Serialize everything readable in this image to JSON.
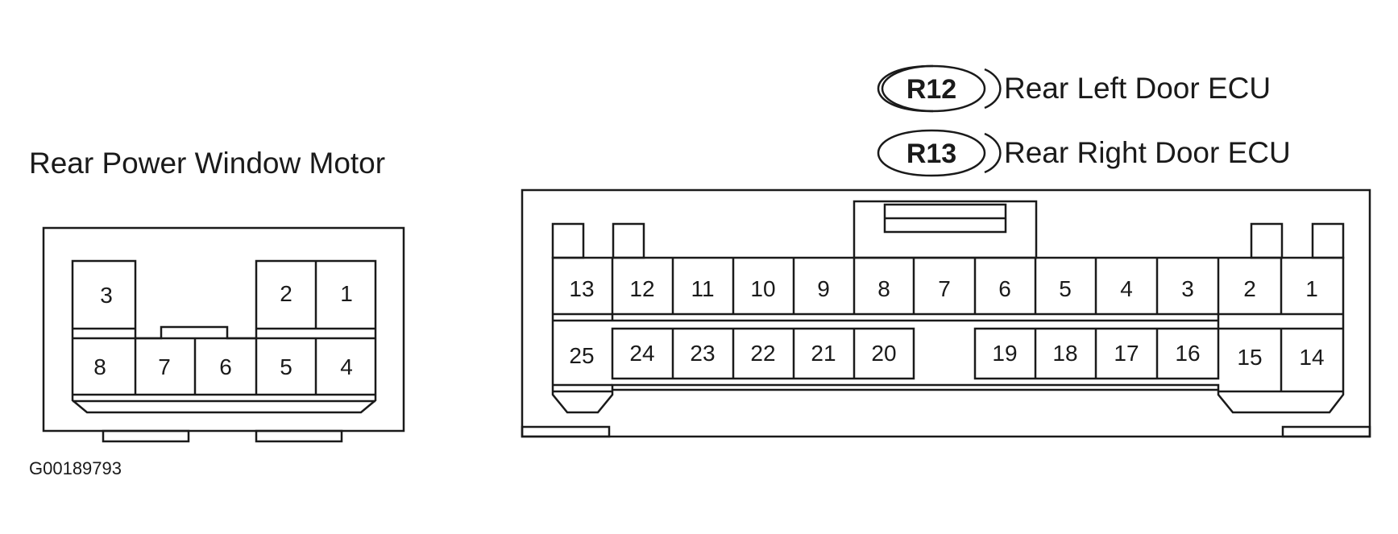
{
  "left_connector": {
    "title": "Rear Power Window Motor",
    "pins_top": [
      "3",
      "2",
      "1"
    ],
    "pins_bottom": [
      "8",
      "7",
      "6",
      "5",
      "4"
    ]
  },
  "right_connector": {
    "codes": [
      {
        "code": "R12",
        "label": "Rear Left Door ECU"
      },
      {
        "code": "R13",
        "label": "Rear Right Door ECU"
      }
    ],
    "pins_top": [
      "13",
      "12",
      "11",
      "10",
      "9",
      "8",
      "7",
      "6",
      "5",
      "4",
      "3",
      "2",
      "1"
    ],
    "pins_bottom_left": [
      "25",
      "24",
      "23",
      "22",
      "21",
      "20"
    ],
    "pins_bottom_right": [
      "19",
      "18",
      "17",
      "16",
      "15",
      "14"
    ]
  },
  "figure_id": "G00189793"
}
